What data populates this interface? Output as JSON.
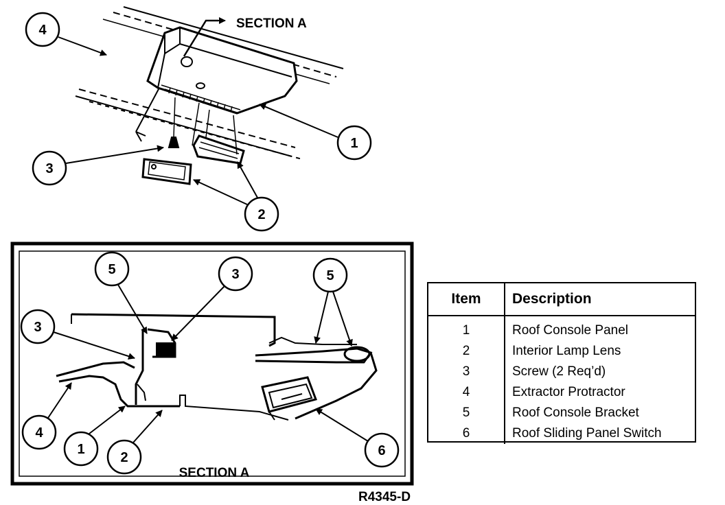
{
  "top_view": {
    "section_label": "SECTION A",
    "callouts": [
      "4",
      "1",
      "3",
      "2"
    ]
  },
  "section_view": {
    "section_label": "SECTION A",
    "callouts": [
      "5",
      "3",
      "5",
      "3",
      "4",
      "1",
      "2",
      "6"
    ]
  },
  "figure_code": "R4345-D",
  "legend": {
    "headers": {
      "item": "Item",
      "description": "Description"
    },
    "rows": [
      {
        "item": "1",
        "description": "Roof Console Panel"
      },
      {
        "item": "2",
        "description": "Interior Lamp Lens"
      },
      {
        "item": "3",
        "description": "Screw (2 Req’d)"
      },
      {
        "item": "4",
        "description": "Extractor Protractor"
      },
      {
        "item": "5",
        "description": "Roof Console Bracket"
      },
      {
        "item": "6",
        "description": "Roof Sliding Panel Switch"
      }
    ]
  }
}
